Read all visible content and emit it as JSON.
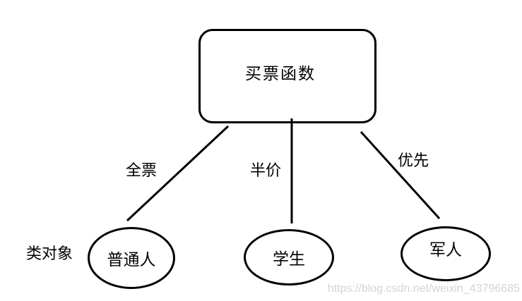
{
  "diagram": {
    "title_node": {
      "label": "买票函数"
    },
    "edges": [
      {
        "label": "全票",
        "from": "买票函数",
        "to": "普通人"
      },
      {
        "label": "半价",
        "from": "买票函数",
        "to": "学生"
      },
      {
        "label": "优先",
        "from": "买票函数",
        "to": "军人"
      }
    ],
    "class_objects_caption": "类对象",
    "nodes": [
      {
        "label": "普通人"
      },
      {
        "label": "学生"
      },
      {
        "label": "军人"
      }
    ],
    "colors": {
      "stroke": "#000000",
      "background": "#ffffff",
      "watermark": "#d3d3d3"
    },
    "watermark_text": "https://blog.csdn.net/weixin_43796685"
  }
}
